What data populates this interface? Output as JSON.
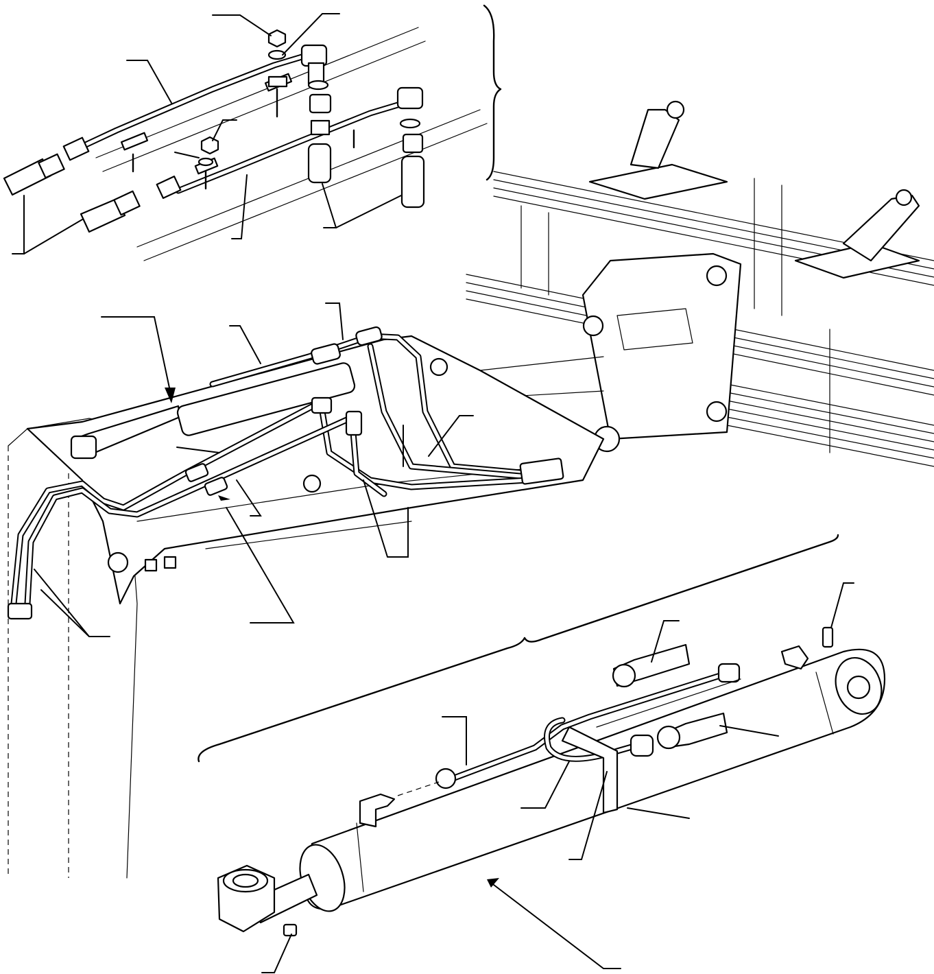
{
  "diagram": {
    "ink_color": "#000000",
    "background_color": "#ffffff",
    "components": [
      "inset-hose-assembly",
      "chassis-frame",
      "boom-arm",
      "hydraulic-cylinder-exploded",
      "callout-leader-lines"
    ],
    "callouts_count": 21
  }
}
